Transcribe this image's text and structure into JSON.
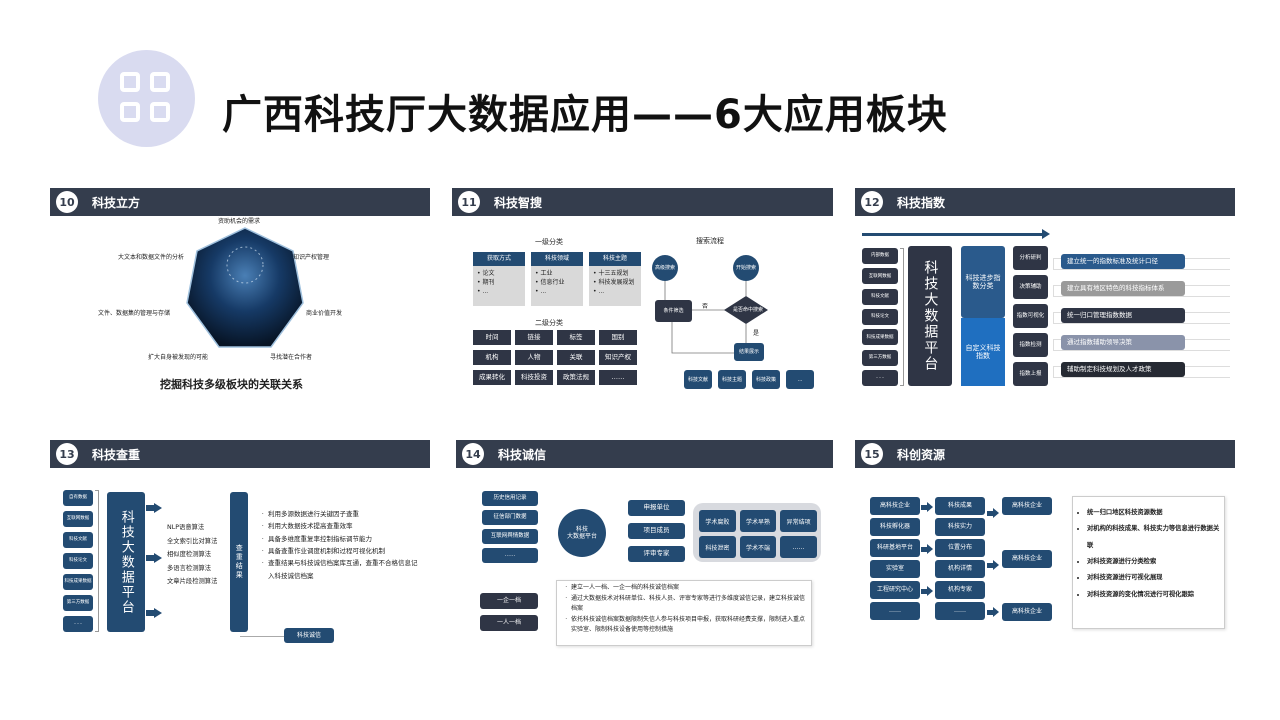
{
  "title": "广西科技厅大数据应用——6大应用板块",
  "logo_icon": "grid-icon",
  "colors": {
    "header": "#343d4d",
    "navy": "#234b72",
    "blue": "#1f6fc0",
    "lavender": "#d9dbf0"
  },
  "p10": {
    "num": "10",
    "name": "科技立方",
    "labels": [
      "资助机会的需求",
      "知识产权管理",
      "商业价值开发",
      "寻找潜在合作者",
      "扩大自身被发现的可能",
      "文件、数据集的管理与存储",
      "大文本和数据文件的分析"
    ],
    "caption": "挖掘科技多级板块的关联关系"
  },
  "p11": {
    "num": "11",
    "name": "科技智搜",
    "level1": "一级分类",
    "cols": [
      {
        "head": "获取方式",
        "items": [
          "论文",
          "期刊",
          "..."
        ]
      },
      {
        "head": "科技领域",
        "items": [
          "工业",
          "信息行业",
          "..."
        ]
      },
      {
        "head": "科技主题",
        "items": [
          "十三五规划",
          "科技发展规划",
          "..."
        ]
      }
    ],
    "level2": "二级分类",
    "tags": [
      "时间",
      "链接",
      "标签",
      "国别",
      "机构",
      "人物",
      "关联",
      "知识产权",
      "成果转化",
      "科技投资",
      "政策法规",
      "……"
    ],
    "flow_title": "搜索流程",
    "flow": {
      "adv": "高级搜索",
      "start": "开始搜索",
      "filter": "条件筛选",
      "decide": "是否命中搜索",
      "no": "否",
      "yes": "是",
      "result": "结果展示",
      "outputs": [
        "科技文献",
        "科技主题",
        "科技政策",
        "..."
      ]
    }
  },
  "p12": {
    "num": "12",
    "name": "科技指数",
    "sources": [
      "内部数据",
      "互联网数据",
      "科技文献",
      "科技论文",
      "科技成果数据",
      "第三方数据",
      "……"
    ],
    "platform": "科技大数据平台",
    "cat1": "科技进步指数分类",
    "cat2": "自定义科技指数",
    "funcs": [
      "分析研判",
      "决策辅助",
      "指数可视化",
      "指数检测",
      "指数上报"
    ],
    "bars": [
      "建立统一的指数标准及统计口径",
      "建立具有地区特色的科技指标体系",
      "统一归口管理指数数据",
      "通过指数辅助领导决策",
      "辅助制定科技规划及人才政策"
    ]
  },
  "p13": {
    "num": "13",
    "name": "科技查重",
    "sources": [
      "自有数据",
      "互联网数据",
      "科技文献",
      "科技论文",
      "科技成果数据",
      "第三方数据",
      "……"
    ],
    "platform": "科技大数据平台",
    "algos": [
      "NLP语意算法",
      "全文索引比对算法",
      "相似度检测算法",
      "多语言检测算法",
      "文章片段检测算法"
    ],
    "result": "查重结果",
    "bullets": [
      "利用多源数据进行关键因子查重",
      "利用大数据技术提高查重效率",
      "具备多维度重复率控制指标调节能力",
      "具备查重作业调度机制和过程可视化机制",
      "查重结果与科技诚信档案库互通，查重不合格信息记入科技诚信档案"
    ],
    "link": "科技诚信"
  },
  "p14": {
    "num": "14",
    "name": "科技诚信",
    "sources": [
      "历史信用记录",
      "征信部门数据",
      "互联网舆情数据",
      "……"
    ],
    "platform": "科技\n大数据平台",
    "targets": [
      "申报单位",
      "项目成员",
      "评审专家"
    ],
    "issues": [
      "学术腐败",
      "学术早熟",
      "异常结项",
      "科技泄密",
      "学术不端",
      "……"
    ],
    "archives": [
      "一企一档",
      "一人一档"
    ],
    "bullets": [
      "建立一人一档、一企一档的科技诚信档案",
      "通过大数据技术对科研单位、科技人员、评审专家等进行多维度诚信记录，建立科技诚信档案",
      "依托科技诚信档案数据限制失信人参与科技项目申报，获取科研经费支撑，限制进入重点实验室、限制科技设备使用等控制措施"
    ]
  },
  "p15": {
    "num": "15",
    "name": "科创资源",
    "col1": [
      "高科技企业",
      "科技孵化器",
      "科研基地平台",
      "实验室",
      "工程研究中心",
      "……"
    ],
    "col2": [
      "科技成果",
      "科技实力",
      "位置分布",
      "机构详情",
      "机构专家",
      "……"
    ],
    "col3": [
      "高科技企业",
      "高科技企业",
      "高科技企业"
    ],
    "bullets": [
      "统一归口地区科技资源数据",
      "对机构的科技成果、科技实力等信息进行数据关联",
      "对科技资源进行分类检索",
      "对科技资源进行可视化展现",
      "对科技资源的变化情况进行可视化跟踪"
    ]
  }
}
